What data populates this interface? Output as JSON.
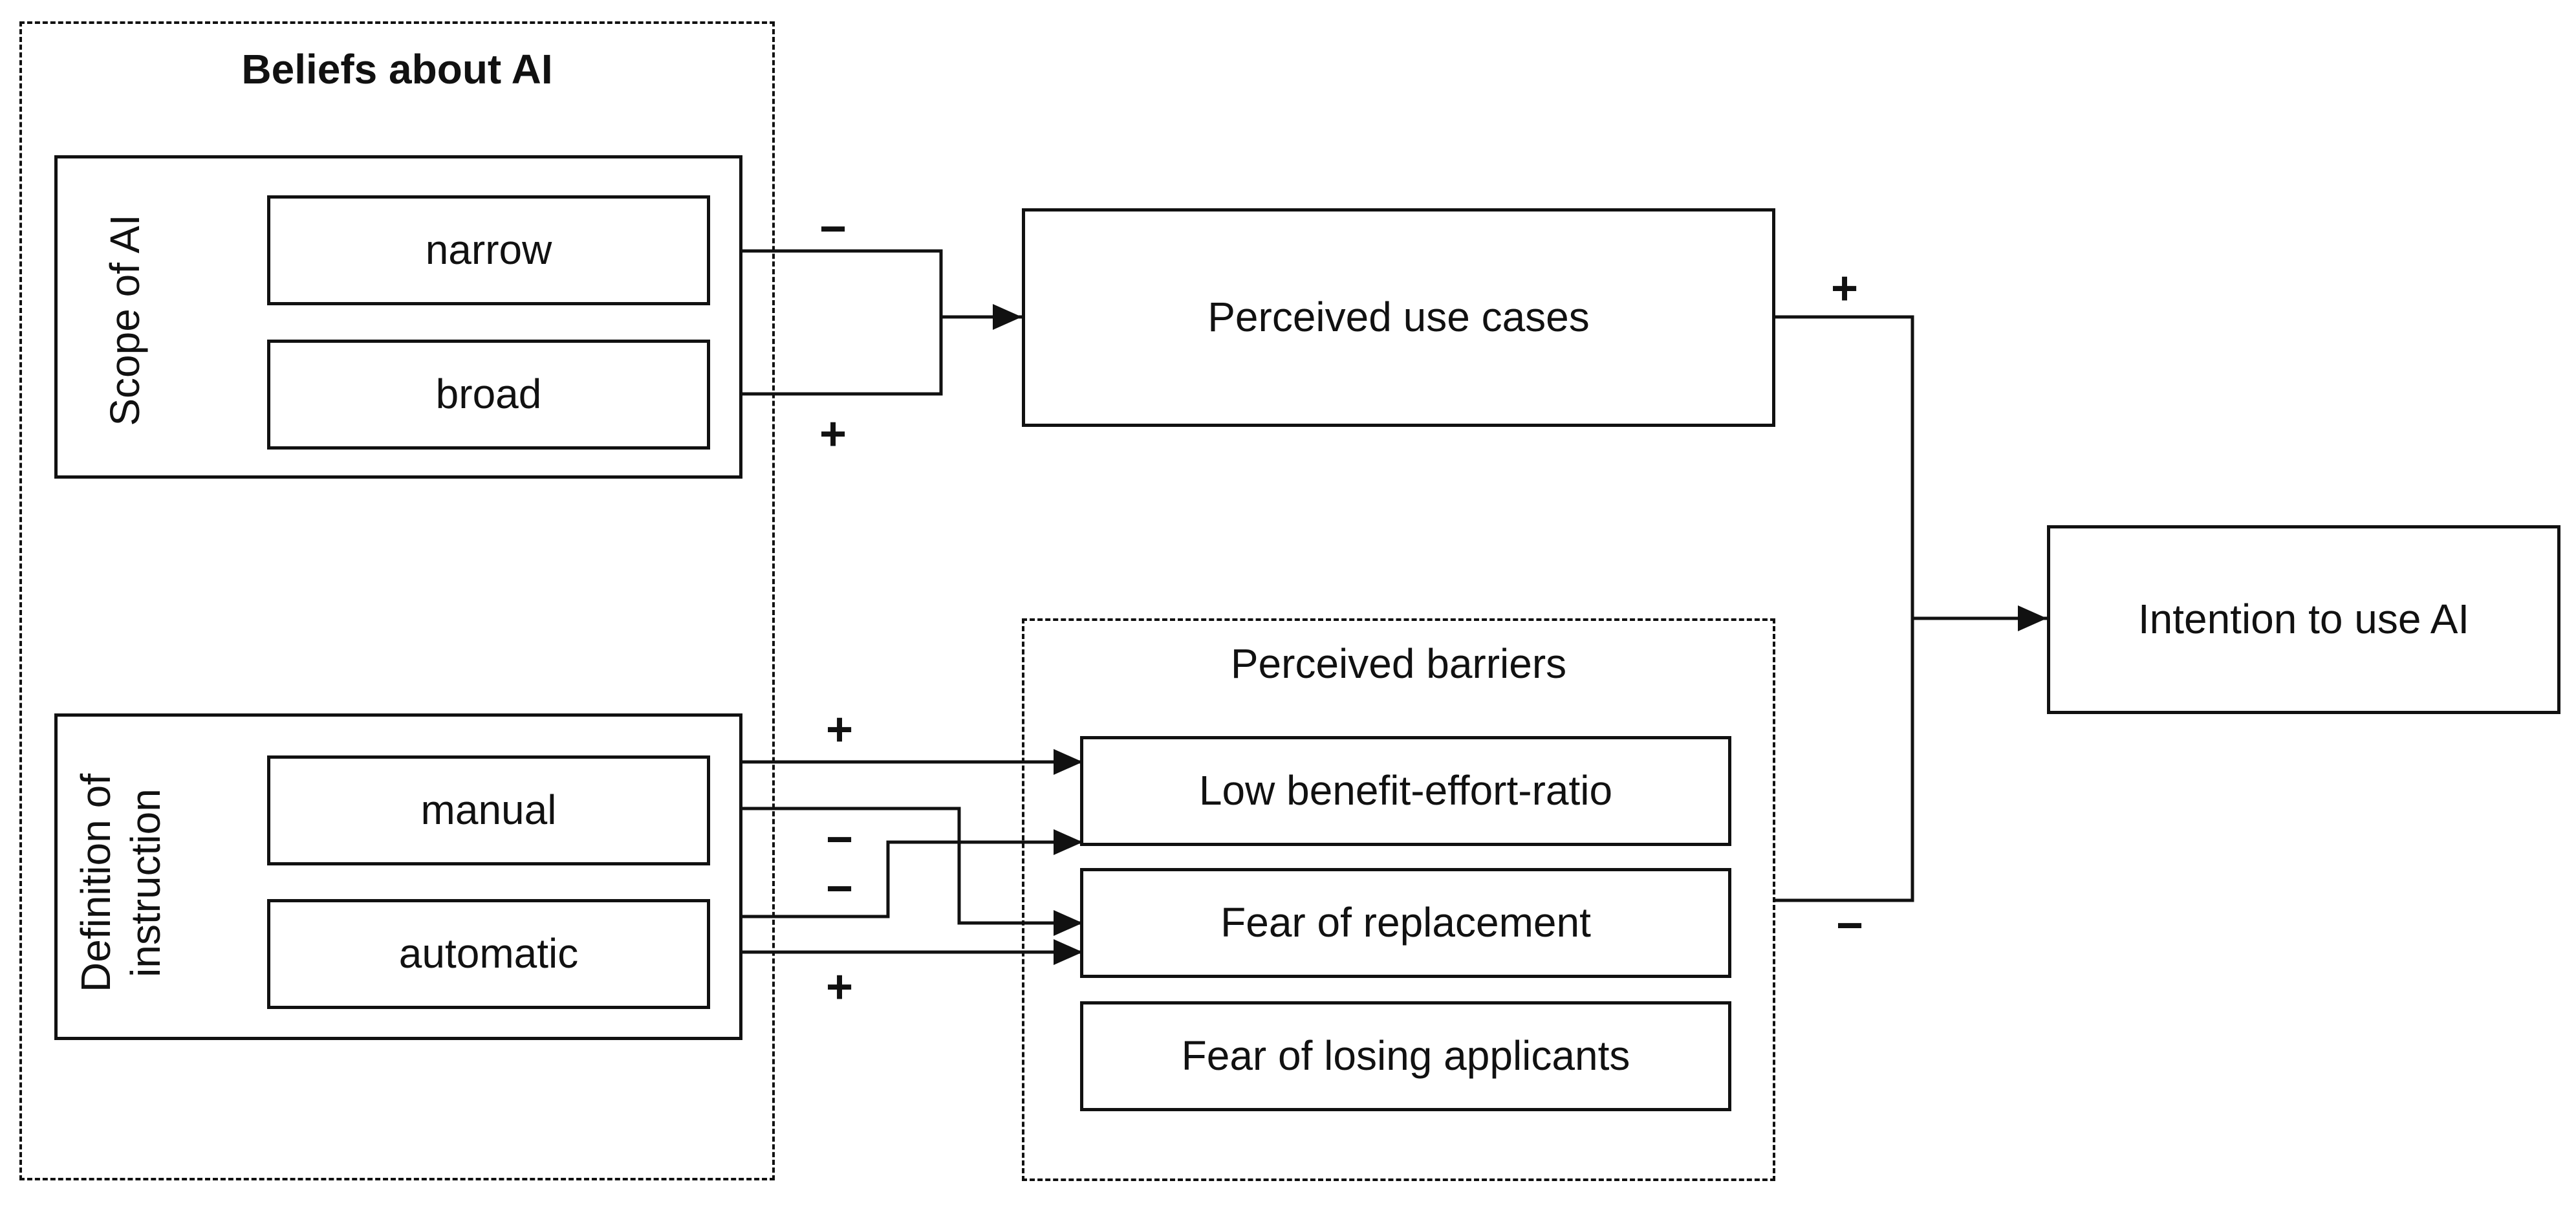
{
  "beliefs": {
    "title": "Beliefs about AI",
    "scope": {
      "label": "Scope of AI",
      "narrow": "narrow",
      "broad": "broad"
    },
    "definition": {
      "label_line1": "Definition of",
      "label_line2": "instruction",
      "manual": "manual",
      "automatic": "automatic"
    }
  },
  "use_cases": "Perceived use cases",
  "barriers": {
    "title": "Perceived barriers",
    "items": [
      "Low benefit-effort-ratio",
      "Fear of replacement",
      "Fear of losing applicants"
    ]
  },
  "intention": "Intention to use AI",
  "signs": {
    "narrow_to_use": "−",
    "broad_to_use": "+",
    "use_to_intention": "+",
    "manual_to_benefit": "+",
    "manual_to_replacement": "−",
    "automatic_to_benefit": "−",
    "automatic_to_replacement": "+",
    "barriers_to_intention": "−"
  }
}
